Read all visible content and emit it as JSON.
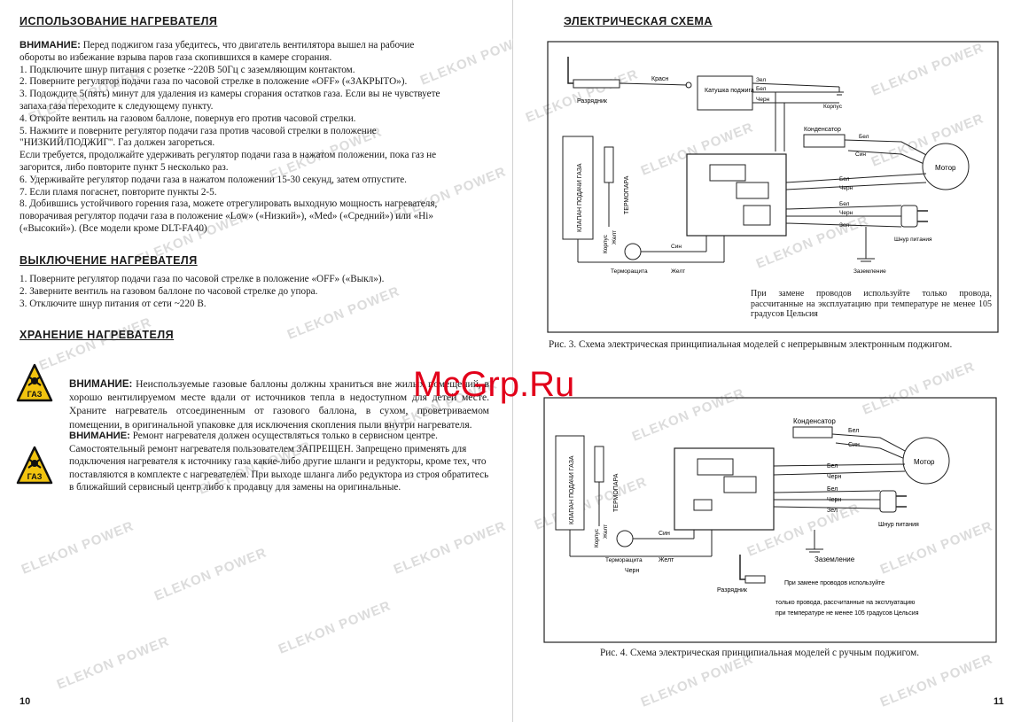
{
  "left_page": {
    "heading_use": "ИСПОЛЬЗОВАНИЕ НАГРЕВАТЕЛЯ",
    "use_lines": [
      "Перед поджигом газа убедитесь, что двигатель вентилятора вышел на рабочие",
      "обороты во избежание взрыва паров газа скопившихся в камере сгорания.",
      "1. Подключите шнур питания с розетке ~220В 50Гц с заземляющим контактом.",
      "2. Поверните регулятор подачи газа по часовой стрелке в положение «OFF» («ЗАКРЫТО»).",
      "3. Подождите 5(пять) минут для удаления из камеры сгорания остатков газа. Если вы не чувствуете",
      "запаха газа переходите к следующему пункту.",
      "4. Откройте вентиль на газовом баллоне, повернув его против часовой стрелки.",
      "5. Нажмите и поверните регулятор подачи газа против часовой стрелки в положение",
      "\"НИЗКИЙ/ПОДЖИГ\". Газ должен загореться.",
      "Если требуется, продолжайте удерживать регулятор подачи газа в нажатом положении, пока газ не",
      "загорится, либо повторите пункт 5 несколько раз.",
      "6. Удерживайте регулятор подачи газа в нажатом положении 15-30 секунд, затем отпустите.",
      "7. Если пламя погаснет, повторите пункты 2-5.",
      "8. Добившись устойчивого горения газа, можете отрегулировать выходную мощность нагревателя,",
      "поворачивая регулятор подачи газа в положение «Low» («Низкий»), «Med» («Средний») или «Hi»",
      "(«Высокий»). (Все модели кроме DLT-FA40)"
    ],
    "attention_label": "ВНИМАНИЕ:",
    "heading_off": "ВЫКЛЮЧЕНИЕ НАГРЕВАТЕЛЯ",
    "off_lines": [
      "1. Поверните регулятор подачи газа по часовой стрелке в положение «OFF» («Выкл»).",
      "2. Заверните вентиль на газовом баллоне по часовой стрелке до упора.",
      "3. Отключите шнур питания от сети ~220 В."
    ],
    "heading_storage": "ХРАНЕНИЕ НАГРЕВАТЕЛЯ",
    "warn1_label": "ВНИМАНИЕ:",
    "warn1_text": "Неиспользуемые газовые баллоны должны храниться вне жилых помещений, в хорошо вентилируемом месте вдали от источников тепла в недоступном для детей месте. Храните нагреватель отсоединенным от газового баллона, в сухом, проветриваемом помещении, в оригинальной упаковке для исключения скопления пыли внутри нагревателя.",
    "warn2_label": "ВНИМАНИЕ:",
    "warn2_text": "Ремонт нагревателя должен осуществляться только в сервисном центре. Самостоятельный ремонт нагревателя пользователем ЗАПРЕЩЕН. Запрещено применять для подключения нагревателя к источнику газа какие-либо другие шланги и редукторы, кроме тех, что поставляются в комплекте с нагревателем. При выходе шланга либо редуктора из строя обратитесь в ближайший сервисный центр либо к продавцу для замены на оригинальные.",
    "gas_icon_label": "ГАЗ",
    "page_number": "10"
  },
  "right_page": {
    "heading": "ЭЛЕКТРИЧЕСКАЯ СХЕМА",
    "fig3": {
      "labels": {
        "igniter": "Разрядник",
        "coil": "Катушка поджига",
        "red": "Красн",
        "green": "Зел",
        "blue_short": "Бел",
        "black": "Черн",
        "housing": "Корпус",
        "capacitor": "Конденсатор",
        "white": "Бел",
        "blue": "Син",
        "motor": "Мотор",
        "gas_valve": "КЛАПАН ПОДАЧИ ГАЗА",
        "thermocouple": "ТЕРМОПАРА",
        "housing_v": "Корпус",
        "yellow_v": "Желт",
        "thermo_protect": "Терморащита",
        "yellow": "Желт",
        "plug": "Шнур питания",
        "ground": "Заземление"
      },
      "note": "При замене проводов используйте только провода, рассчитанные на эксплуатацию при температуре не менее 105 градусов Цельсия",
      "caption": "Рис. 3. Схема электрическая принципиальная моделей с непрерывным электронным поджигом."
    },
    "fig4": {
      "labels": {
        "capacitor": "Конденсатор",
        "white": "Бел",
        "blue": "Син",
        "motor": "Мотор",
        "black": "Черн",
        "green": "Зел",
        "plug": "Шнур питания",
        "gas_valve": "КЛАПАН ПОДАЧИ ГАЗА",
        "thermocouple": "ТЕРМОПАРА",
        "housing_v": "Корпус",
        "yellow_v": "Желт",
        "thermo_protect": "Терморащита",
        "yellow": "Желт",
        "black2": "Черн",
        "igniter": "Разрядник",
        "ground": "Заземление"
      },
      "note_line1": "При замене проводов используйте",
      "note_line2": "только провода, рассчитанные на эксплуатацию",
      "note_line3": "при температуре не менее 105 градусов Цельсия",
      "caption": "Рис. 4. Схема электрическая принципиальная моделей с ручным поджигом."
    },
    "page_number": "11"
  },
  "watermark": "ELEKON POWER",
  "overlay_brand": "McGrp.Ru",
  "colors": {
    "brand_red": "#e2001a",
    "warning_yellow": "#f2c40f",
    "watermark_gray": "#dcdcdc"
  }
}
